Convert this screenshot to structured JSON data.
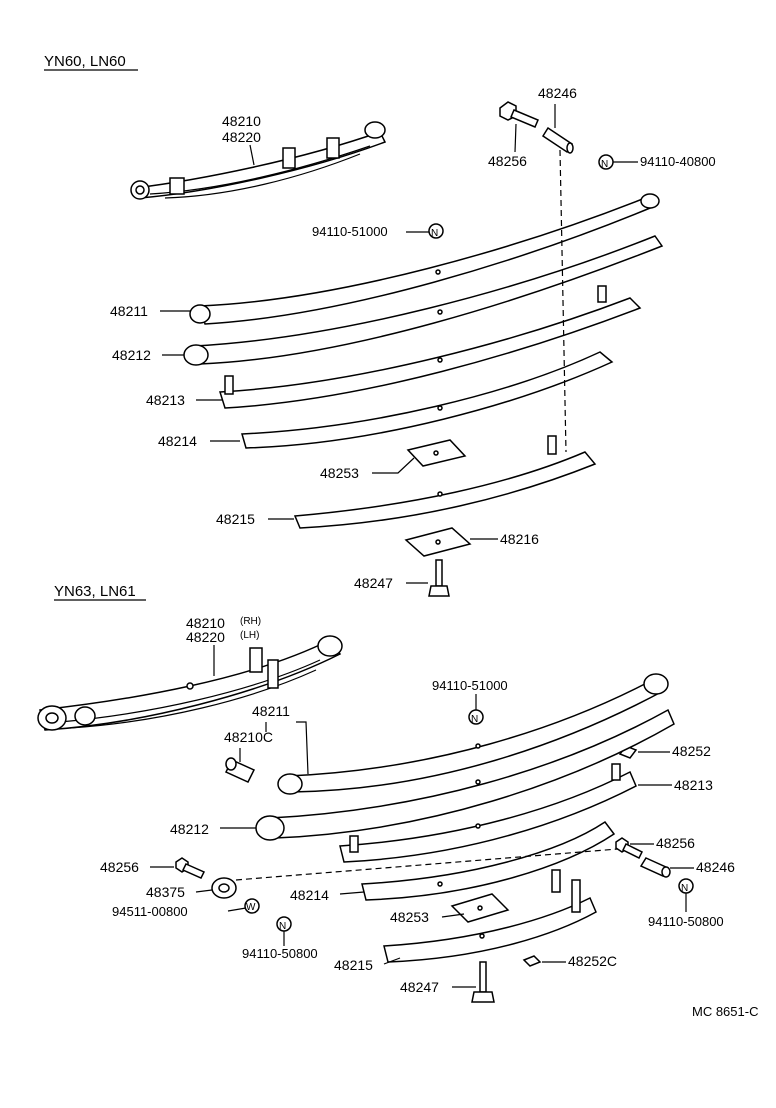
{
  "sections": [
    {
      "label": "YN60, LN60"
    },
    {
      "label": "YN63, LN61"
    }
  ],
  "top": {
    "p48210": "48210",
    "p48220": "48220",
    "p48246": "48246",
    "p48256": "48256",
    "n94110_40800": "94110-40800",
    "n94110_51000": "94110-51000",
    "p48211": "48211",
    "p48212": "48212",
    "p48213": "48213",
    "p48214": "48214",
    "p48253": "48253",
    "p48215": "48215",
    "p48216": "48216",
    "p48247": "48247"
  },
  "bottom": {
    "p48210": "48210",
    "rh": "(RH)",
    "p48220": "48220",
    "lh": "(LH)",
    "n94110_51000": "94110-51000",
    "p48211": "48211",
    "p48210c": "48210C",
    "p48252": "48252",
    "p48213": "48213",
    "p48212": "48212",
    "p48256a": "48256",
    "p48256b": "48256",
    "p48246": "48246",
    "p48375": "48375",
    "p48214": "48214",
    "n94511_00800": "94511-00800",
    "n94110_50800a": "94110-50800",
    "p48253": "48253",
    "n94110_50800b": "94110-50800",
    "p48215": "48215",
    "p48252c": "48252C",
    "p48247": "48247"
  },
  "symbols": {
    "nut": "N",
    "washer": "W"
  },
  "footer": {
    "code": "MC 8651-C"
  }
}
